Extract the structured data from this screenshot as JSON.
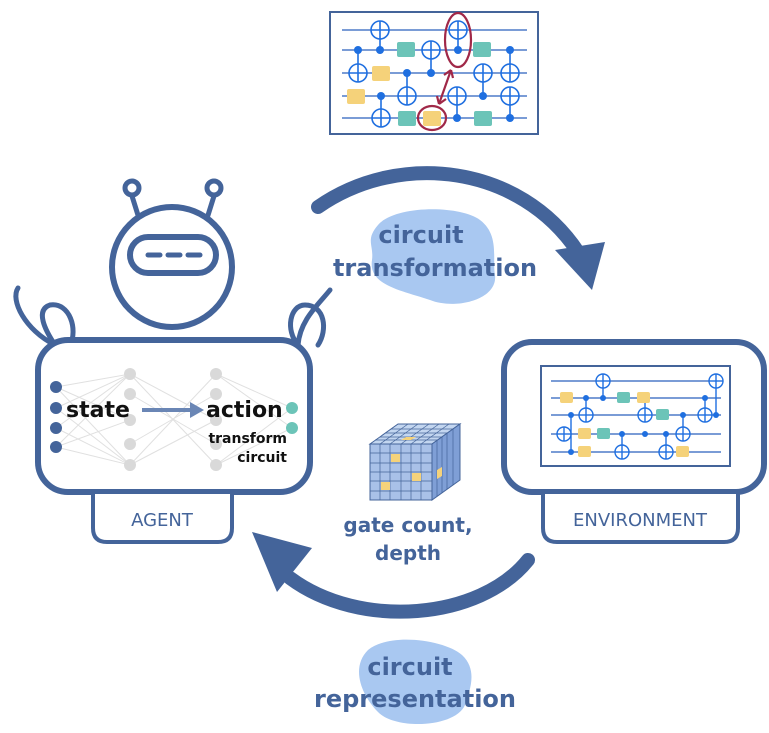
{
  "agent": {
    "label": "AGENT",
    "state_label": "state",
    "action_label": "action",
    "action_sub_1": "transform",
    "action_sub_2": "circuit"
  },
  "environment": {
    "label": "ENVIRONMENT"
  },
  "top_arrow": {
    "line1": "circuit",
    "line2": "transformation"
  },
  "bottom_arrow": {
    "line1": "circuit",
    "line2": "representation"
  },
  "representation_caption": {
    "line1": "gate count,",
    "line2": "depth"
  },
  "colors": {
    "primary": "#44649a",
    "node": "#6a86b5",
    "wire": "#4f7bc9",
    "control_dot": "#1f6fe0",
    "gate_teal": "#6cc4b8",
    "gate_yellow": "#f5d27a",
    "highlight": "#a02848",
    "blob": "#a9c8f1",
    "hidden_node": "#d9d9d9"
  },
  "icons": [
    "robot-head-icon",
    "antenna-icon",
    "neural-network-icon",
    "quantum-circuit-icon",
    "tensor-cube-icon"
  ]
}
